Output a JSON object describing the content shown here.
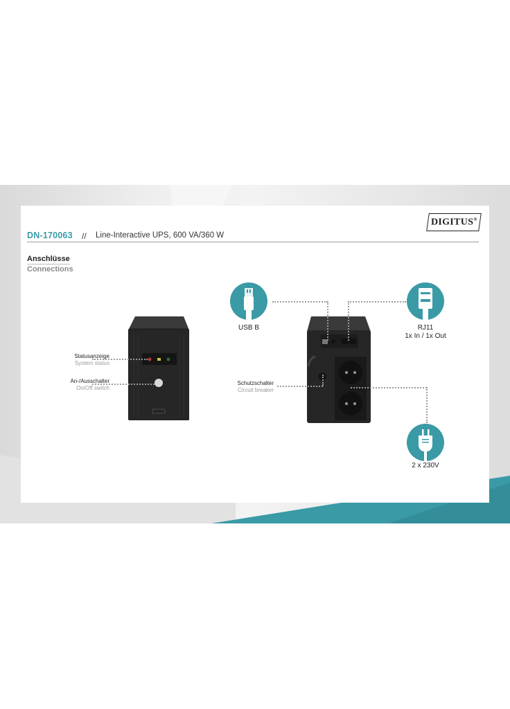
{
  "header": {
    "model": "DN-170063",
    "separator": "//",
    "product_title": "Line-Interactive UPS, 600 VA/360 W",
    "brand_logo": "DIGITUS",
    "brand_mark": "®"
  },
  "section": {
    "title_de": "Anschlüsse",
    "title_en": "Connections"
  },
  "front_labels": [
    {
      "de": "Statusanzeige",
      "en": "System status"
    },
    {
      "de": "An-/Ausschalter",
      "en": "On/Off switch"
    }
  ],
  "back_labels": [
    {
      "de": "Schutzschalter",
      "en": "Circuit breaker"
    }
  ],
  "connectors": [
    {
      "icon": "usb-b-icon",
      "label": "USB B"
    },
    {
      "icon": "rj11-icon",
      "label": "RJ11",
      "sublabel": "1x In / 1x Out"
    },
    {
      "icon": "power-plug-icon",
      "label": "2 x 230V"
    }
  ],
  "colors": {
    "accent_teal": "#3a9aa6",
    "device_body": "#2a2a2a",
    "dotted_line": "#9a9a9a"
  }
}
